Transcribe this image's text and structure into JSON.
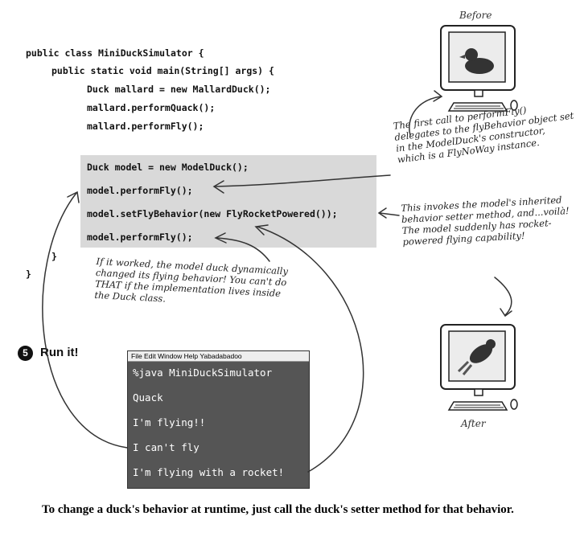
{
  "code": {
    "l1": "public class MiniDuckSimulator {",
    "l2": "public static void main(String[] args) {",
    "l3": "Duck mallard = new MallardDuck();",
    "l4": "mallard.performQuack();",
    "l5": "mallard.performFly();",
    "l6": "Duck model = new ModelDuck();",
    "l7": "model.performFly();",
    "l8": "model.setFlyBehavior(new FlyRocketPowered());",
    "l9": "model.performFly();",
    "close1": "}",
    "close2": "}"
  },
  "annotations": {
    "first_call": "The first call to performFly() delegates to the flyBehavior object set in the ModelDuck's constructor, which is a FlyNoWay instance.",
    "invokes": "This invokes the model's inherited behavior setter method, and...voilà! The model suddenly has rocket-powered flying capability!",
    "if_worked": "If it worked, the model duck dynamically changed its flying behavior! You can't do THAT if the implementation lives inside the Duck class."
  },
  "computer": {
    "before_label": "Before",
    "after_label": "After"
  },
  "step": {
    "number": "5",
    "title": "Run it!"
  },
  "terminal": {
    "menu": "File  Edit  Window  Help  Yabadabadoo",
    "lines": [
      "%java MiniDuckSimulator",
      "Quack",
      "I'm flying!!",
      "I can't fly",
      "I'm flying with a rocket!"
    ]
  },
  "caption": "To change a duck's behavior at runtime, just call the duck's setter method for that behavior."
}
